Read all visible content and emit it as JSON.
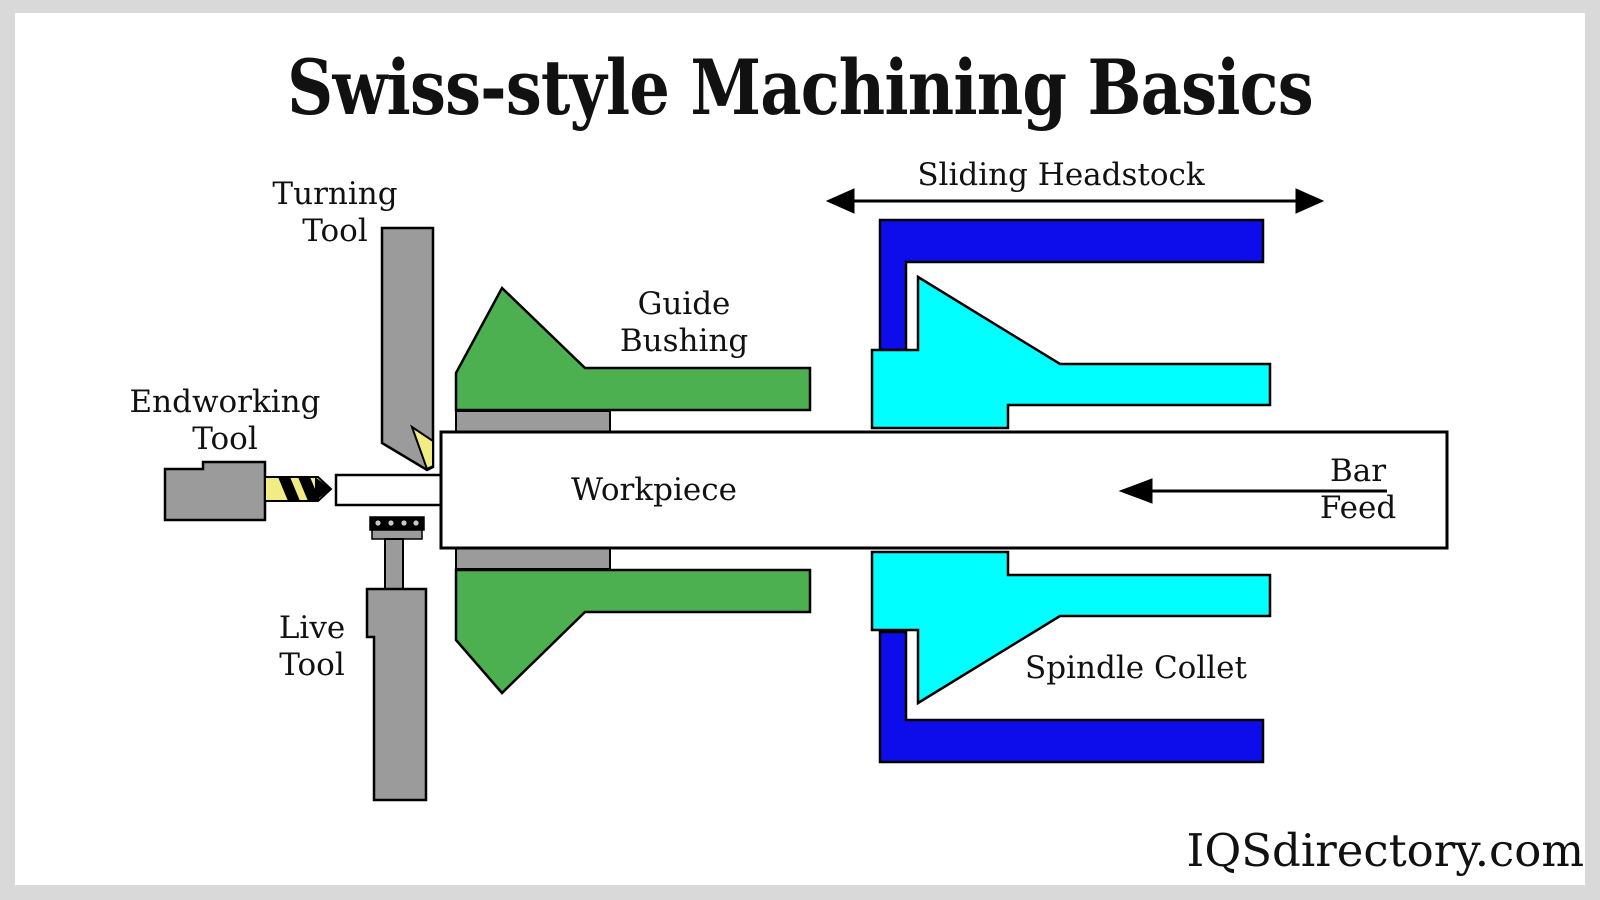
{
  "title": "Swiss-style Machining Basics",
  "labels": {
    "turning_tool": "Turning\nTool",
    "endworking_tool": "Endworking\nTool",
    "live_tool": "Live\nTool",
    "guide_bushing": "Guide\nBushing",
    "workpiece": "Workpiece",
    "sliding_headstock": "Sliding Headstock",
    "spindle_collet": "Spindle Collet",
    "bar_feed": "Bar\nFeed"
  },
  "watermark": "IQSdirectory.com",
  "colors": {
    "tool_gray": "#9b9b9b",
    "insert_yellow": "#f2ec85",
    "bushing_green": "#4caf50",
    "headstock_blue": "#0d0dec",
    "collet_cyan": "#00ffff",
    "outline_black": "#000000",
    "border_gray": "#d9d9d9",
    "background_white": "#ffffff"
  }
}
